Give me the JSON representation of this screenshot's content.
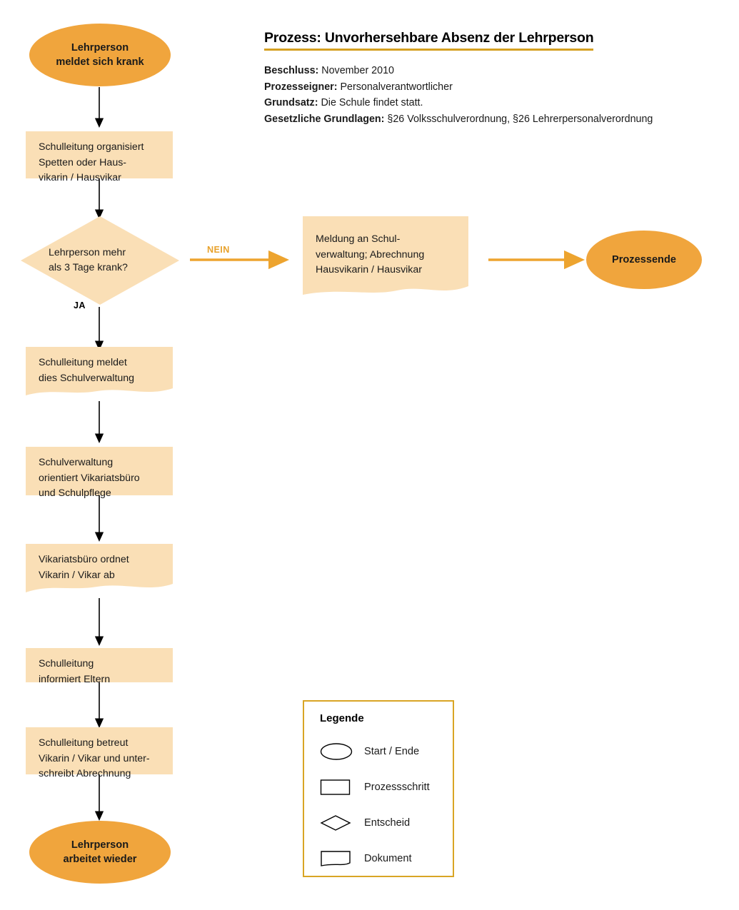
{
  "header": {
    "title": "Prozess: Unvorhersehbare Absenz der Lehrperson",
    "underline_color": "#d5a021",
    "meta": [
      {
        "key": "Beschluss:",
        "value": "November 2010"
      },
      {
        "key": "Prozesseigner:",
        "value": "Personalverantwortlicher"
      },
      {
        "key": "Grundsatz:",
        "value": "Die Schule findet statt."
      },
      {
        "key": "Gesetzliche Grundlagen:",
        "value": "§26 Volksschulverordnung, §26 Lehrerpersonalverordnung"
      }
    ]
  },
  "colors": {
    "terminator_fill": "#f0a53d",
    "node_fill": "#fadfb6",
    "accent": "#e8a22c",
    "arrow_black": "#000000",
    "legend_border": "#d9a525"
  },
  "nodes": {
    "start": {
      "label": "Lehrperson\nmeldet sich krank",
      "shape": "terminator"
    },
    "step1": {
      "label": "Schulleitung organisiert\nSpetten oder Haus-\nvikarin / Hausvikar",
      "shape": "process"
    },
    "decision": {
      "label": "Lehrperson mehr\nals 3 Tage krank?",
      "shape": "decision"
    },
    "doc_nein": {
      "label": "Meldung an Schul-\nverwaltung; Abrechnung\nHausvikarin / Hausvikar",
      "shape": "document"
    },
    "end_nein": {
      "label": "Prozessende",
      "shape": "terminator"
    },
    "step2": {
      "label": "Schulleitung meldet\ndies Schulverwaltung",
      "shape": "document"
    },
    "step3": {
      "label": "Schulverwaltung\norientiert Vikariatsbüro\nund Schulpflege",
      "shape": "process"
    },
    "step4": {
      "label": "Vikariatsbüro ordnet\nVikarin / Vikar ab",
      "shape": "document"
    },
    "step5": {
      "label": "Schulleitung\ninformiert Eltern",
      "shape": "process"
    },
    "step6": {
      "label": "Schulleitung betreut\nVikarin / Vikar und unter-\nschreibt Abrechnung",
      "shape": "process"
    },
    "end_ja": {
      "label": "Lehrperson\narbeitet wieder",
      "shape": "terminator"
    }
  },
  "branches": {
    "ja": "JA",
    "nein": "NEIN"
  },
  "legend": {
    "title": "Legende",
    "items": [
      {
        "symbol": "ellipse-icon",
        "label": "Start / Ende"
      },
      {
        "symbol": "rectangle-icon",
        "label": "Prozessschritt"
      },
      {
        "symbol": "diamond-icon",
        "label": "Entscheid"
      },
      {
        "symbol": "document-icon",
        "label": "Dokument"
      }
    ]
  }
}
